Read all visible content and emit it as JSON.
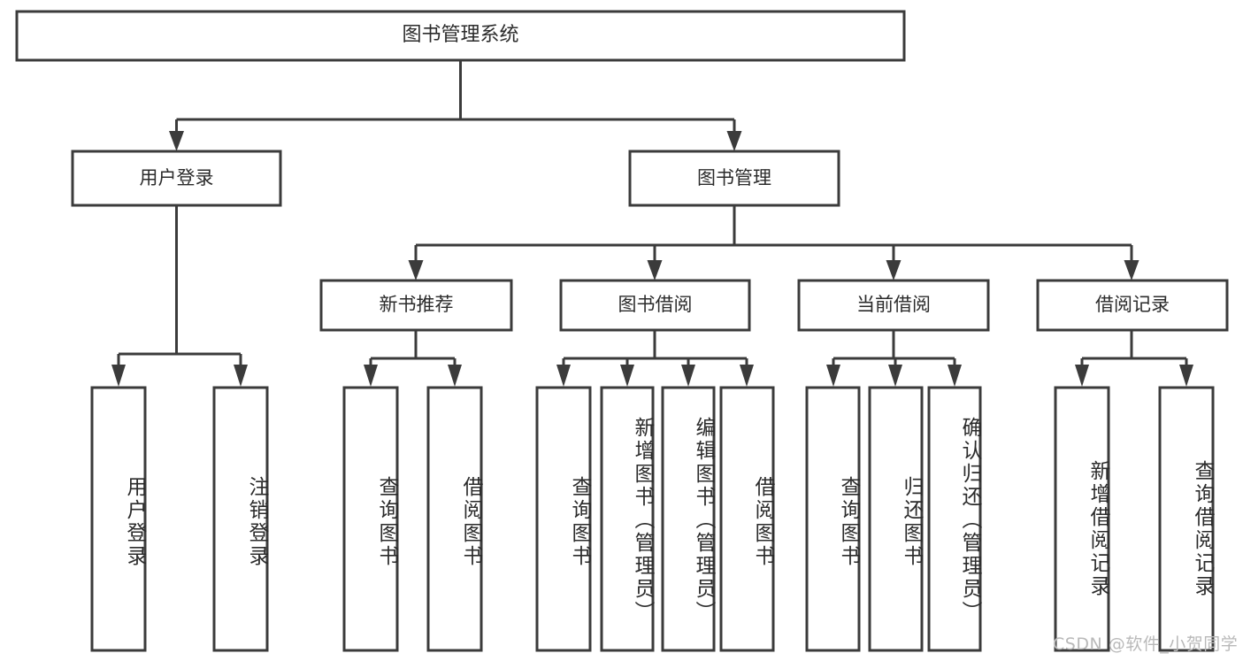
{
  "diagram": {
    "title": "图书管理系统",
    "type": "tree-hierarchy",
    "watermark": "CSDN @软件_小贺同学",
    "colors": {
      "stroke": "#3b3b3b",
      "box_fill": "#ffffff",
      "text": "#2b2b2b",
      "background": "#ffffff",
      "watermark": "#b9b9b9"
    },
    "levels": {
      "root": {
        "label": "图书管理系统"
      },
      "level2": [
        {
          "label": "用户登录"
        },
        {
          "label": "图书管理"
        }
      ],
      "level3": [
        {
          "label": "新书推荐"
        },
        {
          "label": "图书借阅"
        },
        {
          "label": "当前借阅"
        },
        {
          "label": "借阅记录"
        }
      ],
      "leaves": [
        {
          "label": "用户登录",
          "parent": "用户登录"
        },
        {
          "label": "注销登录",
          "parent": "用户登录"
        },
        {
          "label": "查询图书",
          "parent": "新书推荐"
        },
        {
          "label": "借阅图书",
          "parent": "新书推荐"
        },
        {
          "label": "查询图书",
          "parent": "图书借阅"
        },
        {
          "label": "新增图书（管理员）",
          "parent": "图书借阅"
        },
        {
          "label": "编辑图书（管理员）",
          "parent": "图书借阅"
        },
        {
          "label": "借阅图书",
          "parent": "图书借阅"
        },
        {
          "label": "查询图书",
          "parent": "当前借阅"
        },
        {
          "label": "归还图书",
          "parent": "当前借阅"
        },
        {
          "label": "确认归还（管理员）",
          "parent": "当前借阅"
        },
        {
          "label": "新增借阅记录",
          "parent": "借阅记录"
        },
        {
          "label": "查询借阅记录",
          "parent": "借阅记录"
        }
      ]
    }
  }
}
